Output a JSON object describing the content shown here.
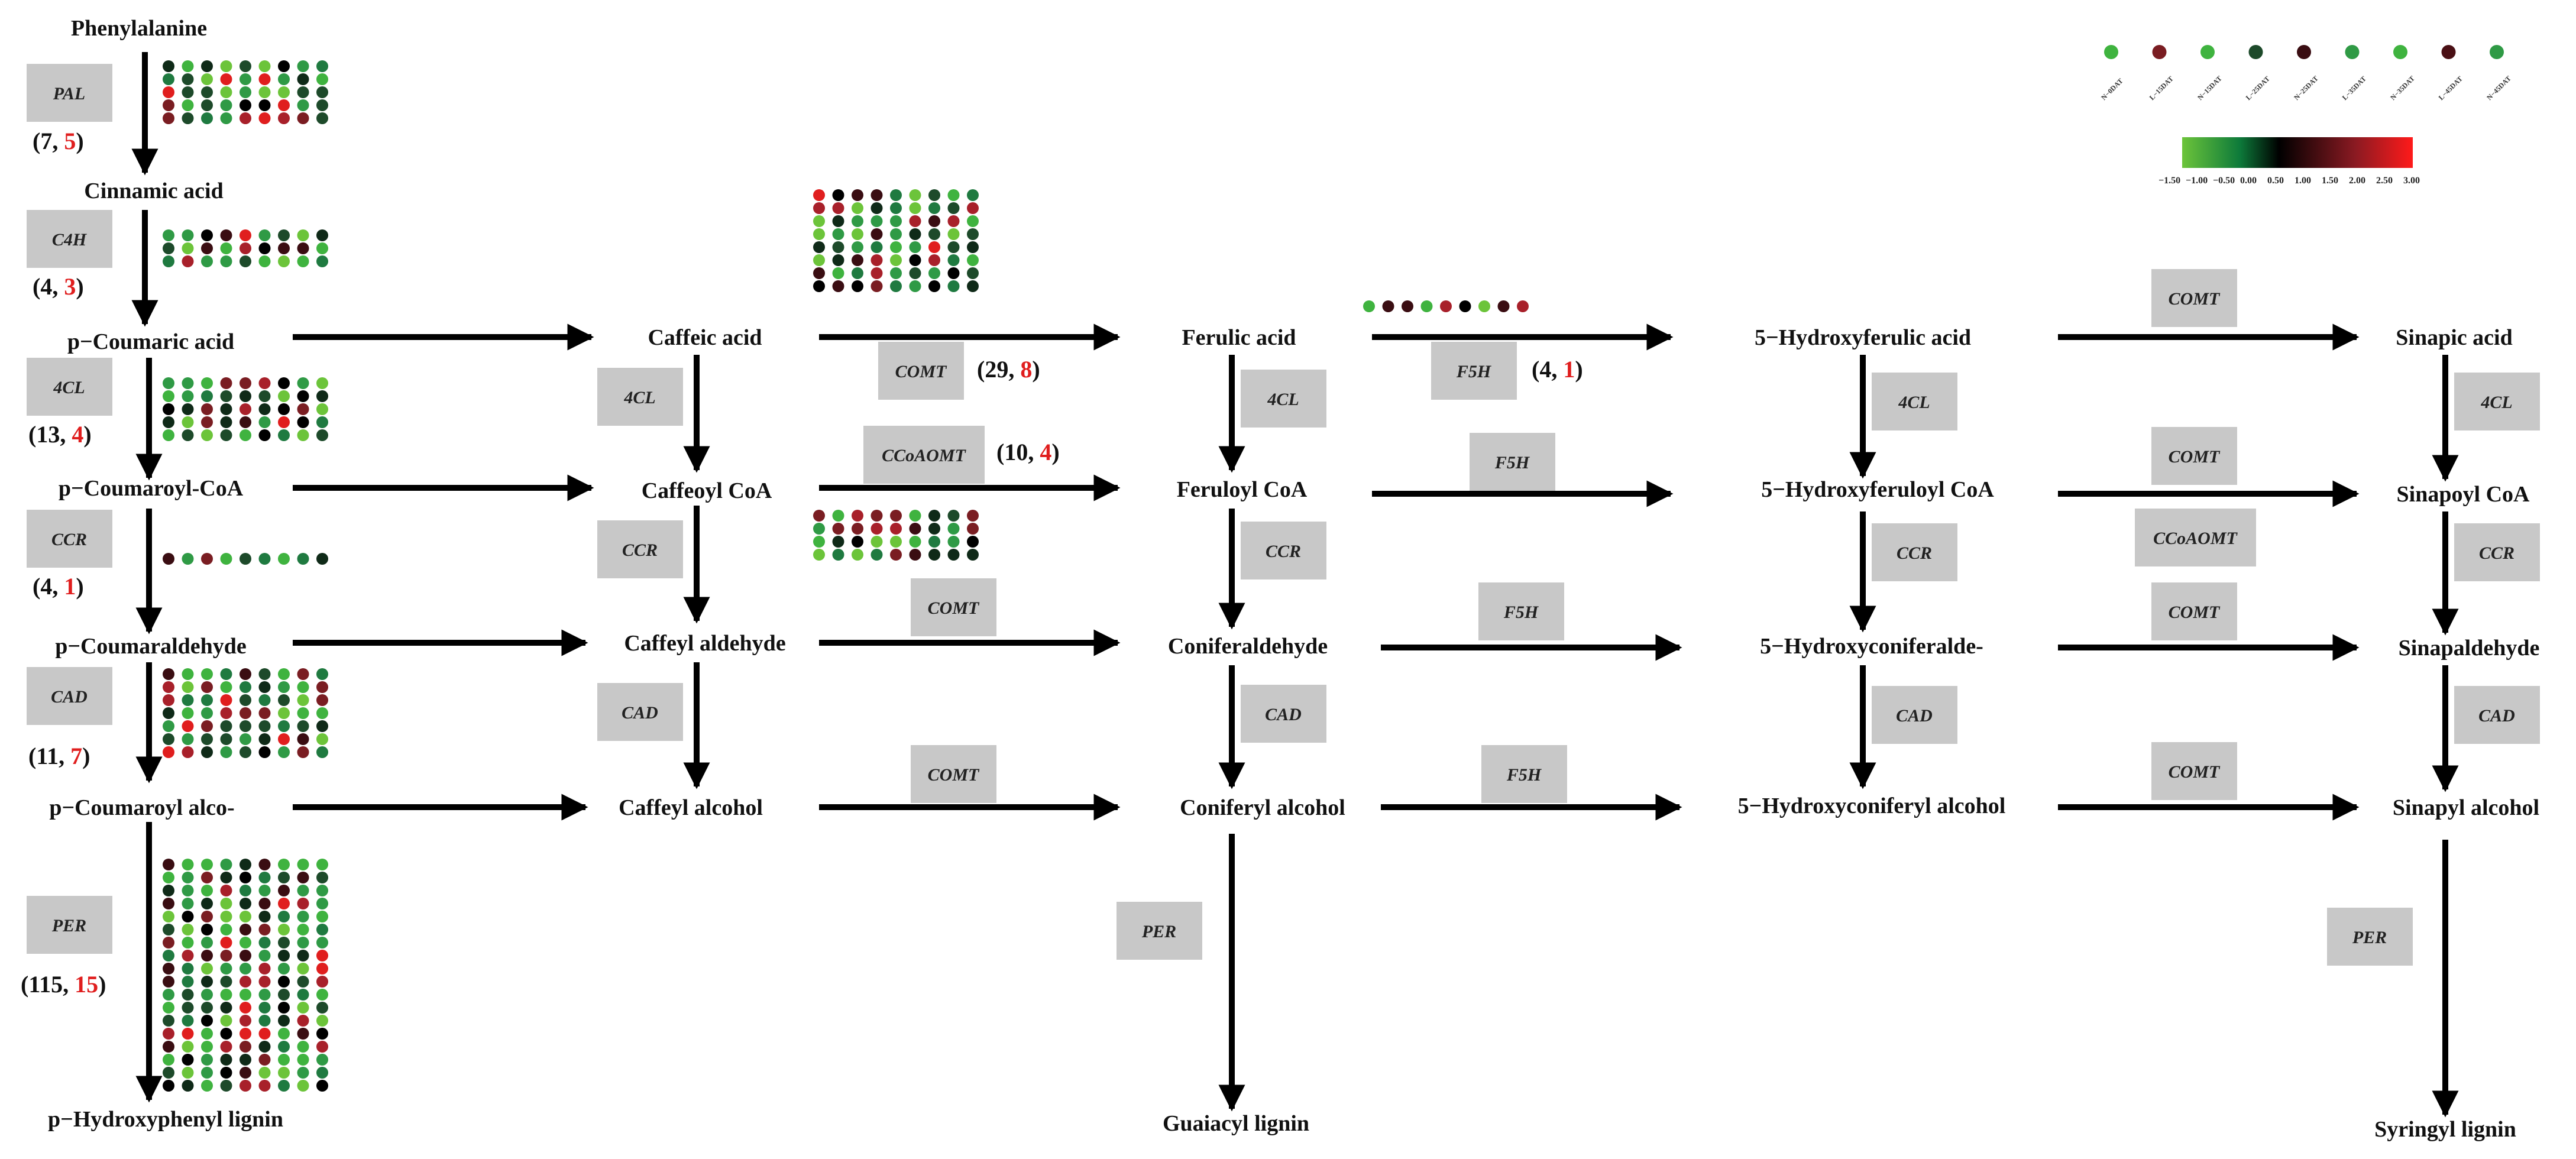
{
  "compounds": {
    "phenylalanine": "Phenylalanine",
    "cinnamic": "Cinnamic acid",
    "pcoumaric": "p−Coumaric acid",
    "caffeic": "Caffeic acid",
    "ferulic": "Ferulic acid",
    "hydroxyferulic": "5−Hydroxyferulic acid",
    "sinapic": "Sinapic acid",
    "pcoumaroylcoa": "p−Coumaroyl-CoA",
    "caffeoylcoa": "Caffeoyl CoA",
    "feruloylcoa": "Feruloyl CoA",
    "hydroxyferuloylcoa": "5−Hydroxyferuloyl CoA",
    "sinapoylcoa": "Sinapoyl CoA",
    "pcoumaraldehyde": "p−Coumaraldehyde",
    "caffeylaldehyde": "Caffeyl aldehyde",
    "coniferaldehyde": "Coniferaldehyde",
    "hydroxyconiferaldehyde": "5−Hydroxyconiferalde-",
    "sinapaldehyde": "Sinapaldehyde",
    "pcoumaroylalcohol": "p−Coumaroyl alco-",
    "caffeylalcohol": "Caffeyl alcohol",
    "coniferylalcohol": "Coniferyl alcohol",
    "hydroxyconiferylalcohol": "5−Hydroxyconiferyl alcohol",
    "sinapylalcohol": "Sinapyl alcohol",
    "phydroxyphenyllignin": "p−Hydroxyphenyl lignin",
    "guaiacyllignin": "Guaiacyl lignin",
    "syringyllignin": "Syringyl lignin"
  },
  "enzymes": {
    "pal": "PAL",
    "c4h": "C4H",
    "4cl": "4CL",
    "ccr": "CCR",
    "cad": "CAD",
    "per": "PER",
    "comt": "COMT",
    "ccoaomt": "CCoAOMT",
    "f5h": "F5H"
  },
  "counts": [
    {
      "total": "7",
      "de": "5"
    },
    {
      "total": "4",
      "de": "3"
    },
    {
      "total": "13",
      "de": "4"
    },
    {
      "total": "4",
      "de": "1"
    },
    {
      "total": "11",
      "de": "7"
    },
    {
      "total": "115",
      "de": "15"
    },
    {
      "total": "29",
      "de": "8"
    },
    {
      "total": "10",
      "de": "4"
    },
    {
      "total": "4",
      "de": "1"
    }
  ],
  "legend": {
    "samples": [
      "N−0DAT",
      "L−15DAT",
      "N−15DAT",
      "L−25DAT",
      "N−25DAT",
      "L−35DAT",
      "N−35DAT",
      "L−45DAT",
      "N−45DAT"
    ],
    "sample_colors": [
      "#3fb33f",
      "#7a1d22",
      "#3fb33f",
      "#1d4a2a",
      "#3a0d12",
      "#2f9a45",
      "#3fb33f",
      "#4a1015",
      "#2f9a45"
    ],
    "scale_labels": [
      "−1.50",
      "−1.00",
      "−0.50",
      "0.00",
      "0.50",
      "1.00",
      "1.50",
      "2.00",
      "2.50",
      "3.00"
    ],
    "scale_range": [
      -1.5,
      3.0
    ],
    "scale_colors": [
      "#6cc43a",
      "#0d7a3a",
      "#000000",
      "#8a1a22",
      "#ff1a1a"
    ]
  },
  "colors": {
    "enzyme_box": "#c8c8c8",
    "arrow": "#000000",
    "count_highlight": "#e01e1e"
  }
}
